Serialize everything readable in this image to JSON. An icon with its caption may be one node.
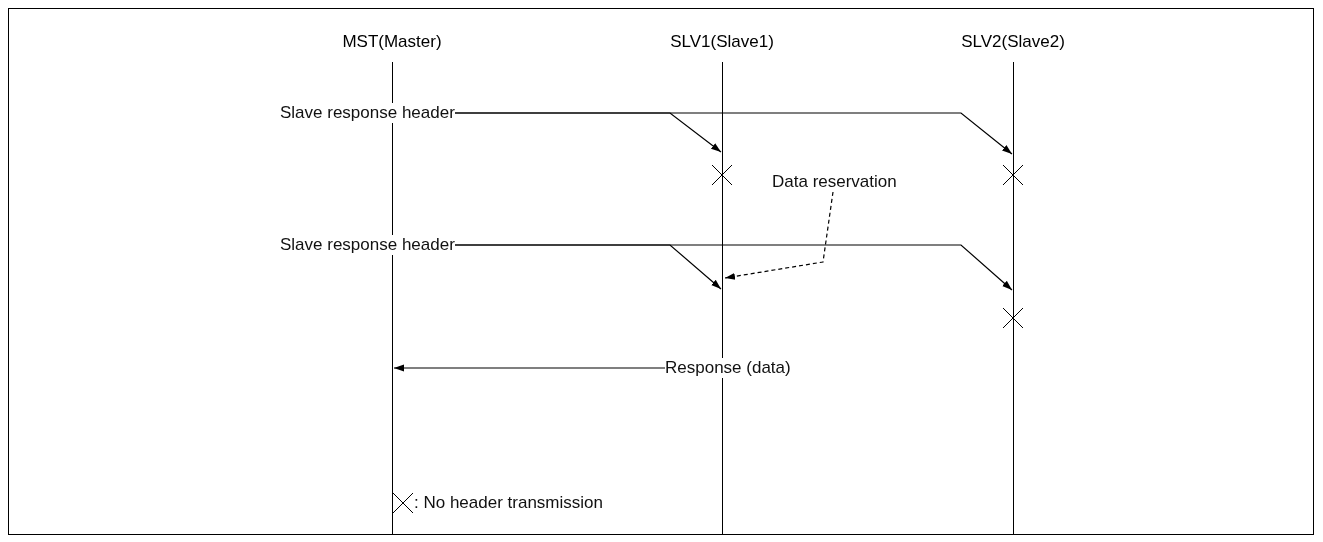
{
  "diagram": {
    "nodes": [
      {
        "text": [
          "MST(Master)"
        ]
      },
      {
        "text": [
          "SLV1(Slave1)"
        ]
      },
      {
        "text": [
          "SLV2(Slave2)"
        ]
      },
      {
        "text": [
          "Slave response header"
        ]
      },
      {
        "text": [
          "Data reservation"
        ]
      },
      {
        "text": [
          "Slave response header"
        ]
      },
      {
        "text": [
          "Response (data)"
        ]
      }
    ],
    "edges": [
      {
        "from": 3,
        "to": 1,
        "arrow": "to"
      },
      {
        "from": 3,
        "to": 2,
        "arrow": "to"
      },
      {
        "from": 4,
        "to": 1,
        "arrow": "to",
        "style": "dashed"
      },
      {
        "from": 5,
        "to": 1,
        "arrow": "to"
      },
      {
        "from": 5,
        "to": 2,
        "arrow": "to"
      },
      {
        "from": 6,
        "to": 0,
        "arrow": "to"
      }
    ],
    "legend": [
      {
        "text": ": No header transmission"
      }
    ]
  }
}
